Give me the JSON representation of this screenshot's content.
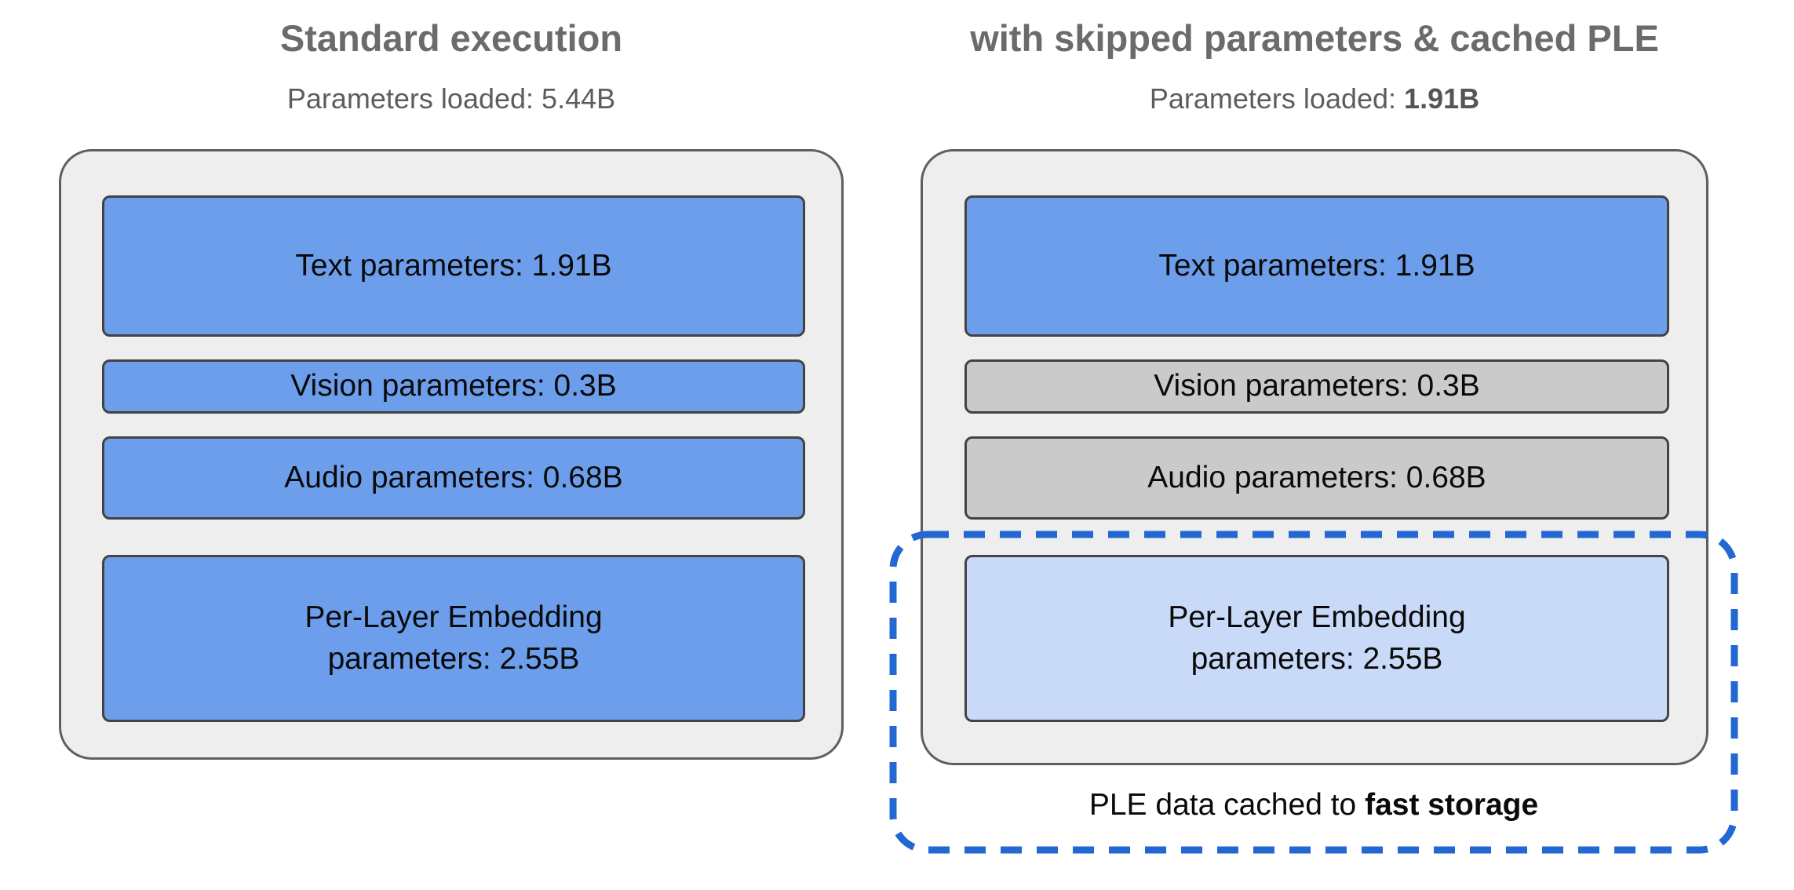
{
  "figure": {
    "panels": [
      {
        "title": "Standard execution",
        "subtitle": {
          "prefix": "Parameters loaded: ",
          "value": "5.44B"
        },
        "boxes": [
          {
            "label": "Text parameters: 1.91B",
            "state": "loaded"
          },
          {
            "label": "Vision parameters: 0.3B",
            "state": "loaded"
          },
          {
            "label": "Audio parameters: 0.68B",
            "state": "loaded"
          },
          {
            "label": "Per-Layer Embedding\nparameters: 2.55B",
            "state": "loaded"
          }
        ]
      },
      {
        "title": "with skipped parameters & cached PLE",
        "subtitle": {
          "prefix": "Parameters loaded: ",
          "value": "1.91B"
        },
        "boxes": [
          {
            "label": "Text parameters: 1.91B",
            "state": "loaded"
          },
          {
            "label": "Vision parameters: 0.3B",
            "state": "skipped"
          },
          {
            "label": "Audio parameters: 0.68B",
            "state": "skipped"
          },
          {
            "label": "Per-Layer Embedding\nparameters: 2.55B",
            "state": "cached"
          }
        ],
        "callout": {
          "prefix": "PLE data cached to ",
          "emphasis": "fast storage"
        }
      }
    ],
    "colors": {
      "loaded_fill": "#6d9eeb",
      "skipped_fill": "#cacaca",
      "cached_fill": "#c9daf8",
      "container_fill": "#eeeeee",
      "container_border": "#5f5f5f",
      "box_border": "#434343",
      "dash_stroke": "#2368d2",
      "heading_text": "#6b6b6b"
    }
  }
}
